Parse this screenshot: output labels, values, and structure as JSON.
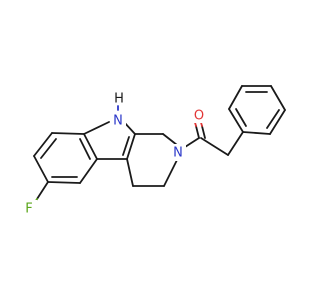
{
  "molecule": {
    "atoms": [
      {
        "id": "N_indole",
        "label": "N",
        "color": "#2a36c9"
      },
      {
        "id": "H_indole",
        "label": "H",
        "color": "#1a1a1a"
      },
      {
        "id": "N_ring",
        "label": "N",
        "color": "#2a36c9"
      },
      {
        "id": "O_carbonyl",
        "label": "O",
        "color": "#e23636"
      },
      {
        "id": "F",
        "label": "F",
        "color": "#5aa61a"
      }
    ]
  }
}
